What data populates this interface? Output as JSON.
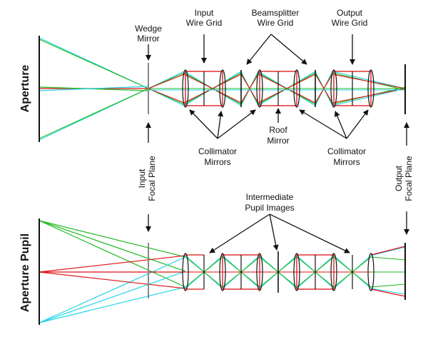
{
  "labels": {
    "aperture": "Aperture",
    "aperture_pupil": "Aperture Pupil",
    "wedge_mirror": [
      "Wedge",
      "Mirror"
    ],
    "input_wire_grid": [
      "Input",
      "Wire Grid"
    ],
    "beamsplitter_wire_grid": [
      "Beamsplitter",
      "Wire Grid"
    ],
    "output_wire_grid": [
      "Output",
      "Wire Grid"
    ],
    "collimator_mirrors_left": [
      "Collimator",
      "Mirrors"
    ],
    "collimator_mirrors_right": [
      "Collimator",
      "Mirrors"
    ],
    "roof_mirror": [
      "Roof",
      "Mirror"
    ],
    "input_focal_plane": [
      "Input",
      "Focal Plane"
    ],
    "output_focal_plane": [
      "Output",
      "Focal Plane"
    ],
    "intermediate_pupil_images": [
      "Intermediate",
      "Pupil Images"
    ]
  },
  "colors": {
    "ray_red": "#dd1111",
    "ray_green": "#22bb22",
    "ray_cyan": "#22d4e8",
    "ink": "#111111",
    "grid_gray": "#888888"
  }
}
